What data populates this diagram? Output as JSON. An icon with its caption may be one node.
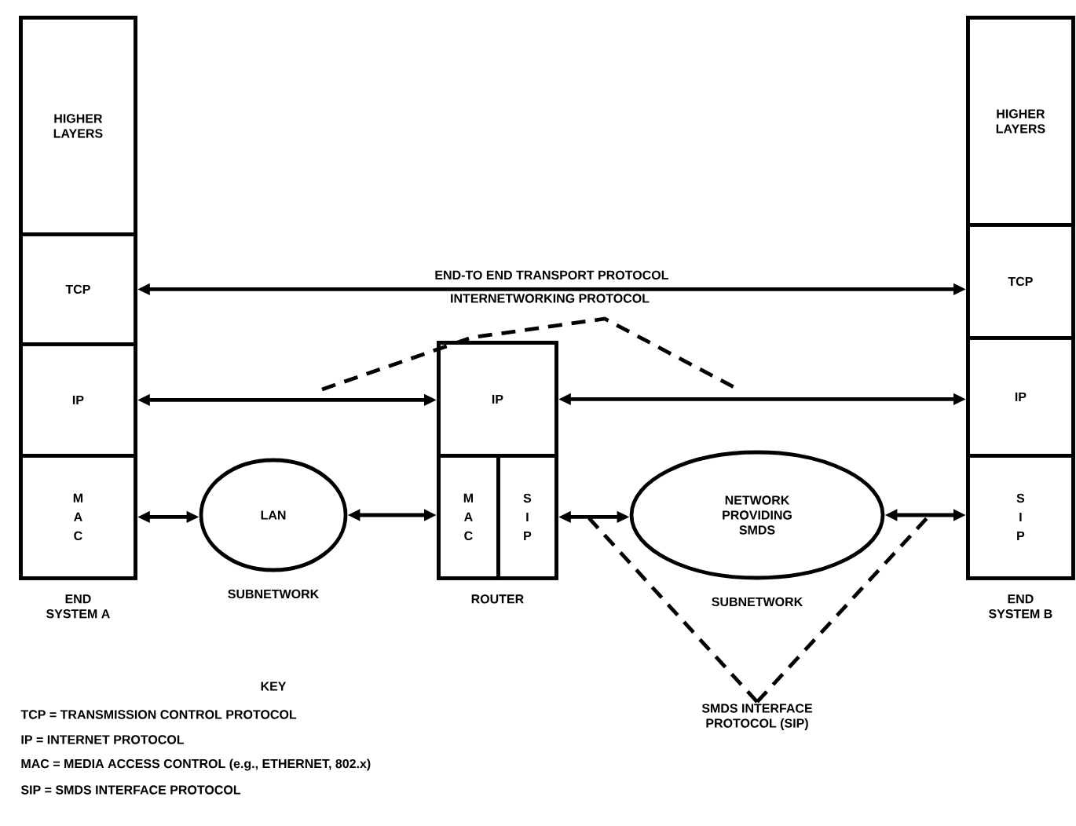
{
  "diagram": {
    "nodes": [
      {
        "text": [
          "END SYSTEM A"
        ]
      },
      {
        "text": [
          "HIGHER LAYERS"
        ],
        "in": 0
      },
      {
        "text": [
          "TCP"
        ],
        "in": 0
      },
      {
        "text": [
          "IP"
        ],
        "in": 0
      },
      {
        "text": [
          "M A C"
        ],
        "in": 0
      },
      {
        "text": [
          "LAN"
        ],
        "beside": [
          "SUBNETWORK"
        ]
      },
      {
        "text": [
          "ROUTER"
        ]
      },
      {
        "text": [
          "IP"
        ],
        "in": 6
      },
      {
        "text": [
          "M A C"
        ],
        "in": 6
      },
      {
        "text": [
          "S I P"
        ],
        "in": 6
      },
      {
        "text": [
          "NETWORK PROVIDING SMDS"
        ],
        "beside": [
          "SUBNETWORK"
        ]
      },
      {
        "text": [
          "END SYSTEM B"
        ]
      },
      {
        "text": [
          "HIGHER LAYERS"
        ],
        "in": 11
      },
      {
        "text": [
          "TCP"
        ],
        "in": 11
      },
      {
        "text": [
          "IP"
        ],
        "in": 11
      },
      {
        "text": [
          "S I P"
        ],
        "in": 11
      },
      {
        "text": [
          "SMDS INTERFACE PROTOCOL (SIP)"
        ]
      }
    ],
    "edges": [
      {
        "from": 2,
        "to": 13,
        "arrow": "both",
        "label": "END-TO END TRANSPORT PROTOCOL"
      },
      {
        "from": 3,
        "to": 7,
        "arrow": "both"
      },
      {
        "from": 7,
        "to": 14,
        "arrow": "both"
      },
      {
        "from": 4,
        "to": 5,
        "arrow": "both"
      },
      {
        "from": 5,
        "to": 8,
        "arrow": "both"
      },
      {
        "from": 9,
        "to": 10,
        "arrow": "both"
      },
      {
        "from": 10,
        "to": 15,
        "arrow": "both"
      },
      {
        "from": 16,
        "to": null,
        "arrow": "none",
        "style": "dashed"
      },
      {
        "from": 16,
        "to": null,
        "arrow": "none",
        "style": "dashed"
      }
    ],
    "labels": [
      "INTERNETWORKING PROTOCOL",
      "KEY",
      "TCP = TRANSMISSION CONTROL PROTOCOL",
      "IP = INTERNET PROTOCOL",
      "MAC = MEDIA ACCESS CONTROL (e.g., ETHERNET, 802.x)",
      "SIP = SMDS INTERFACE PROTOCOL"
    ]
  }
}
